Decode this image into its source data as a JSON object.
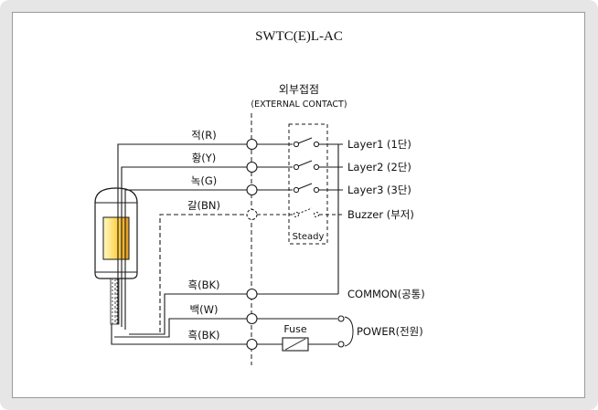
{
  "title": "SWTC(E)L-AC",
  "external_contact": {
    "title_ko": "외부접점",
    "title_en": "(EXTERNAL CONTACT)"
  },
  "wires": [
    {
      "label": "적(R)"
    },
    {
      "label": "황(Y)"
    },
    {
      "label": "녹(G)"
    },
    {
      "label": "갈(BN)"
    },
    {
      "label": "흑(BK)"
    },
    {
      "label": "백(W)"
    },
    {
      "label": "흑(BK)"
    }
  ],
  "outputs": [
    "Layer1 (1단)",
    "Layer2 (2단)",
    "Layer3 (3단)",
    "Buzzer (부저)",
    "COMMON(공통)",
    "POWER(전원)"
  ],
  "steady_label": "Steady",
  "fuse_label": "Fuse",
  "colors": {
    "background": "#e6e6e6",
    "panel": "#ffffff",
    "line": "#1a1a1a",
    "lamp_light": "#fff3a8",
    "lamp_dark": "#e6a422"
  }
}
